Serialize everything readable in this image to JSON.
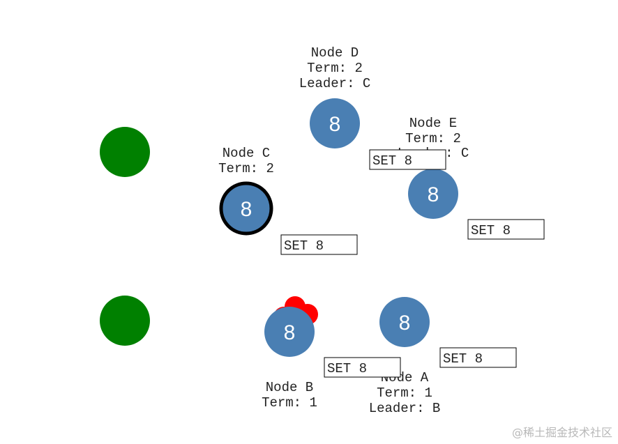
{
  "client_count": 2,
  "nodes": {
    "d": {
      "name": "Node D",
      "term": "Term: 2",
      "leader": "Leader: C",
      "value": "8"
    },
    "e": {
      "name": "Node E",
      "term": "Term: 2",
      "leader": "Leader: C",
      "value": "8"
    },
    "c": {
      "name": "Node C",
      "term": "Term: 2",
      "value": "8",
      "is_leader": true
    },
    "b": {
      "name": "Node B",
      "term": "Term: 1",
      "value": "8",
      "election_timeout": true
    },
    "a": {
      "name": "Node A",
      "term": "Term: 1",
      "leader": "Leader: B",
      "value": "8"
    }
  },
  "messages": [
    {
      "id": "msg-1",
      "label": "SET 8"
    },
    {
      "id": "msg-2",
      "label": "SET 8"
    },
    {
      "id": "msg-3",
      "label": "SET 8"
    },
    {
      "id": "msg-4",
      "label": "SET 8"
    },
    {
      "id": "msg-5",
      "label": "SET 8"
    }
  ],
  "colors": {
    "node_fill": "#4a7fb3",
    "client_fill": "#008000",
    "leader_ring": "#000000",
    "timeout_marker": "#ff0000"
  },
  "watermark": "@稀土掘金技术社区"
}
